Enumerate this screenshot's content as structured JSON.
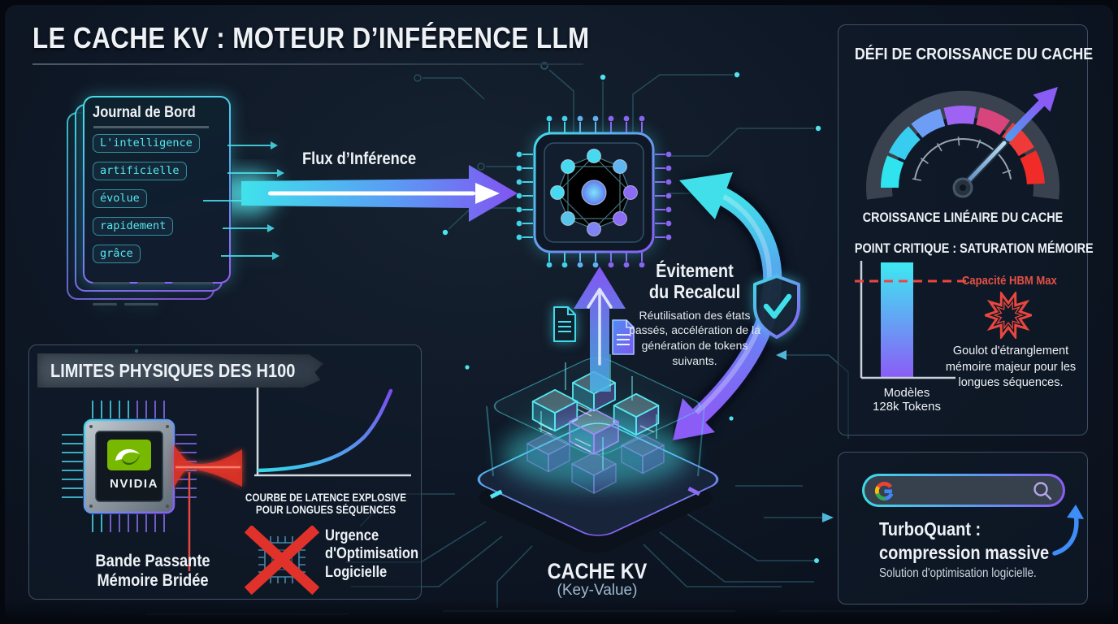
{
  "title": "LE CACHE KV : MOTEUR D’INFÉRENCE LLM",
  "journal": {
    "title": "Journal de Bord",
    "tokens": [
      "L'intelligence",
      "artificielle",
      "évolue",
      "rapidement",
      "grâce"
    ]
  },
  "flux": {
    "label": "Flux d’Inférence"
  },
  "avoidance": {
    "lines": [
      "Évitement",
      "du Recalcul"
    ],
    "body": "Réutilisation des états passés, accélération de la génération de tokens suivants."
  },
  "cache": {
    "label": "CACHE KV",
    "sublabel": "(Key-Value)"
  },
  "growth_panel": {
    "title": "DÉFI DE CROISSANCE DU CACHE",
    "gauge_caption": "CROISSANCE LINÉAIRE DU CACHE",
    "saturation_title": "POINT CRITIQUE : SATURATION MÉMOIRE",
    "hbm_label": "Capacité HBM Max",
    "bottleneck_text": "Goulot d'étranglement mémoire majeur pour les longues séquences.",
    "bar_label_lines": [
      "Modèles",
      "128k Tokens"
    ]
  },
  "h100_panel": {
    "title": "LIMITES PHYSIQUES DES H100",
    "chip_brand": "NVIDIA",
    "bandwidth_lines": [
      "Bande Passante",
      "Mémoire Bridée"
    ],
    "latency_lines": [
      "COURBE DE LATENCE EXPLOSIVE",
      "POUR LONGUES SÉQUENCES"
    ],
    "urgency_lines": [
      "Urgence",
      "d'Optimisation",
      "Logicielle"
    ]
  },
  "turboquant": {
    "lines": [
      "TurboQuant :",
      "compression massive"
    ],
    "subtitle": "Solution d'optimisation logicielle."
  },
  "icons": {
    "gauge": "speedometer-gauge",
    "burst": "explosion-burst",
    "shield": "shield-check",
    "documents": "document-files",
    "neural_chip": "neural-network-processor",
    "gpu_chip": "nvidia-gpu-chip",
    "red_cross": "rejected-x",
    "search_bar": "google-search-bar",
    "magnifier": "search-magnifier",
    "cache_stack": "isometric-cache-cubes"
  },
  "colors": {
    "accent_cyan": "#41e0ec",
    "accent_purple": "#8b5cf6",
    "alert_red": "#e8473f",
    "nvidia_green": "#76b900",
    "background": "#0e1725",
    "panel_border": "#3e5166",
    "text": "#eef2f6",
    "muted_text": "#9cb8ce"
  }
}
